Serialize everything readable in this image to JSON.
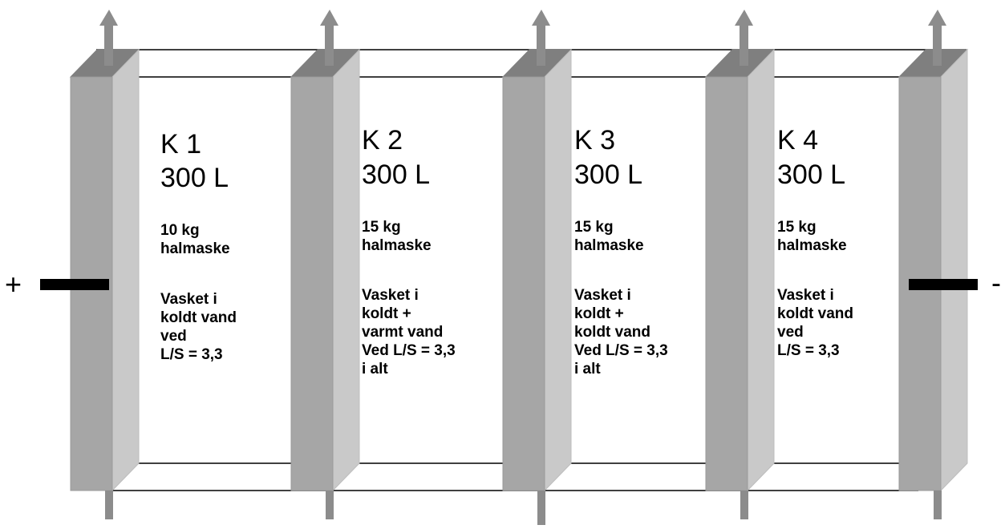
{
  "polarity": {
    "positive": "+",
    "negative": "-"
  },
  "chambers": [
    {
      "id": "K 1",
      "volume": "300 L",
      "mass": "10 kg\nhalmaske",
      "treatment": "Vasket i\nkoldt vand\nved\nL/S = 3,3"
    },
    {
      "id": "K 2",
      "volume": "300 L",
      "mass": "15 kg\nhalmaske",
      "treatment": "Vasket i\nkoldt +\nvarmt vand\nVed L/S = 3,3\ni alt"
    },
    {
      "id": "K 3",
      "volume": "300 L",
      "mass": "15 kg\nhalmaske",
      "treatment": "Vasket i\nkoldt +\nkoldt vand\nVed L/S = 3,3\ni alt"
    },
    {
      "id": "K 4",
      "volume": "300 L",
      "mass": "15 kg\nhalmaske",
      "treatment": "Vasket i\nkoldt vand\nved\nL/S = 3,3"
    }
  ],
  "colors": {
    "membrane_front": "#a6a6a6",
    "membrane_side": "#c9c9c9",
    "membrane_top": "#7f7f7f",
    "arrow": "#8c8c8c",
    "electrode": "#000000",
    "frame": "#000000"
  }
}
